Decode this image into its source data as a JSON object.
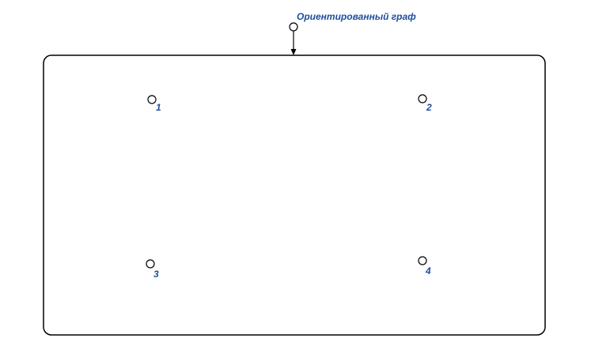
{
  "diagram": {
    "title": "Ориентированный граф",
    "nodes": [
      {
        "label": "1"
      },
      {
        "label": "2"
      },
      {
        "label": "3"
      },
      {
        "label": "4"
      }
    ],
    "colors": {
      "label_text": "#1f4e9c",
      "stroke": "#000000",
      "background": "#ffffff"
    }
  }
}
